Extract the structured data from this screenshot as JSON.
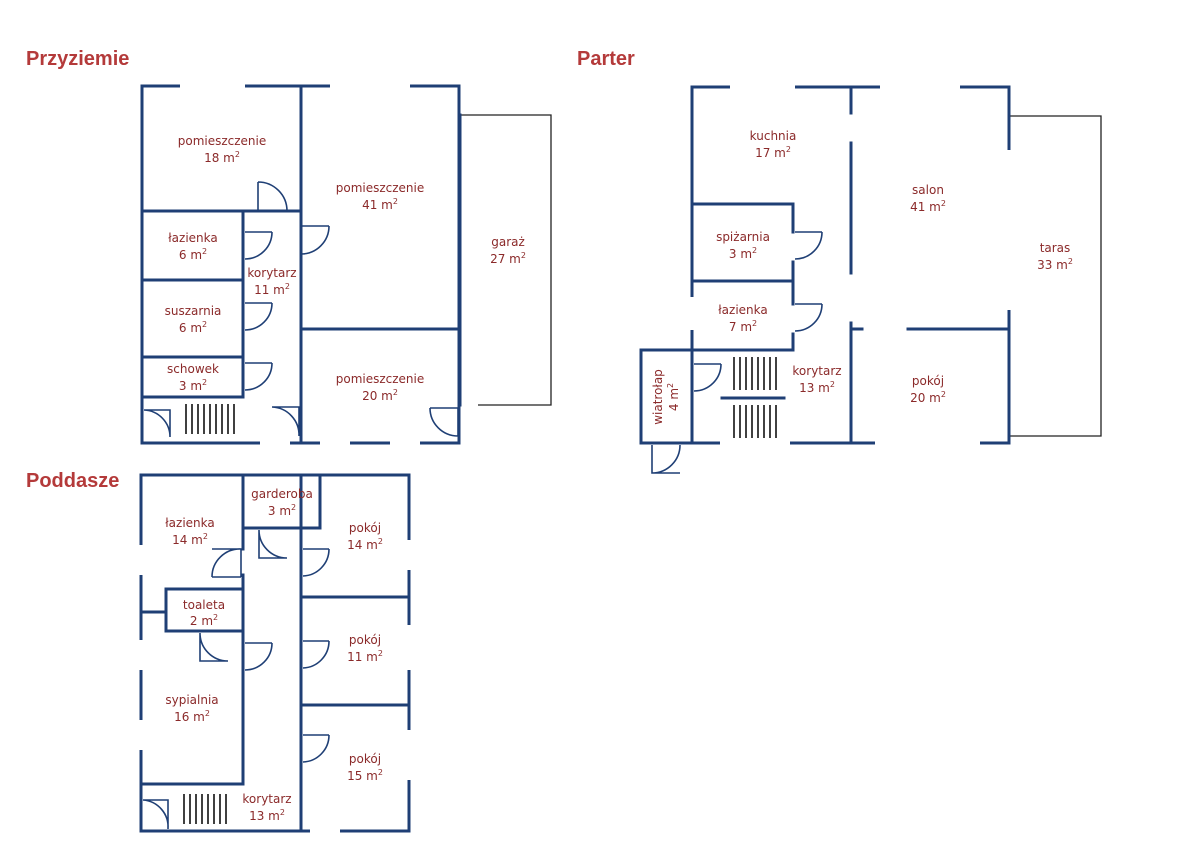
{
  "floors": {
    "przyziemie": {
      "title": "Przyziemie",
      "rooms": [
        {
          "name": "pomieszczenie",
          "area": "18 m",
          "sup": "2"
        },
        {
          "name": "pomieszczenie",
          "area": "41 m",
          "sup": "2"
        },
        {
          "name": "garaż",
          "area": "27 m",
          "sup": "2"
        },
        {
          "name": "łazienka",
          "area": "6 m",
          "sup": "2"
        },
        {
          "name": "korytarz",
          "area": "11 m",
          "sup": "2"
        },
        {
          "name": "suszarnia",
          "area": "6 m",
          "sup": "2"
        },
        {
          "name": "schowek",
          "area": "3 m",
          "sup": "2"
        },
        {
          "name": "pomieszczenie",
          "area": "20 m",
          "sup": "2"
        }
      ]
    },
    "parter": {
      "title": "Parter",
      "rooms": [
        {
          "name": "kuchnia",
          "area": "17 m",
          "sup": "2"
        },
        {
          "name": "salon",
          "area": "41 m",
          "sup": "2"
        },
        {
          "name": "taras",
          "area": "33 m",
          "sup": "2"
        },
        {
          "name": "spiżarnia",
          "area": "3 m",
          "sup": "2"
        },
        {
          "name": "łazienka",
          "area": "7 m",
          "sup": "2"
        },
        {
          "name": "korytarz",
          "area": "13 m",
          "sup": "2"
        },
        {
          "name": "pokój",
          "area": "20 m",
          "sup": "2"
        },
        {
          "name": "wiatrołap",
          "area": "4 m",
          "sup": "2"
        }
      ]
    },
    "poddasze": {
      "title": "Poddasze",
      "rooms": [
        {
          "name": "łazienka",
          "area": "14 m",
          "sup": "2"
        },
        {
          "name": "garderoba",
          "area": "3 m",
          "sup": "2"
        },
        {
          "name": "pokój",
          "area": "14 m",
          "sup": "2"
        },
        {
          "name": "toaleta",
          "area": "2 m",
          "sup": "2"
        },
        {
          "name": "pokój",
          "area": "11 m",
          "sup": "2"
        },
        {
          "name": "sypialnia",
          "area": "16 m",
          "sup": "2"
        },
        {
          "name": "pokój",
          "area": "15 m",
          "sup": "2"
        },
        {
          "name": "korytarz",
          "area": "13 m",
          "sup": "2"
        }
      ]
    }
  },
  "colors": {
    "wall": "#1f3f75",
    "label": "#8b2a2a",
    "title": "#b43a3a"
  }
}
